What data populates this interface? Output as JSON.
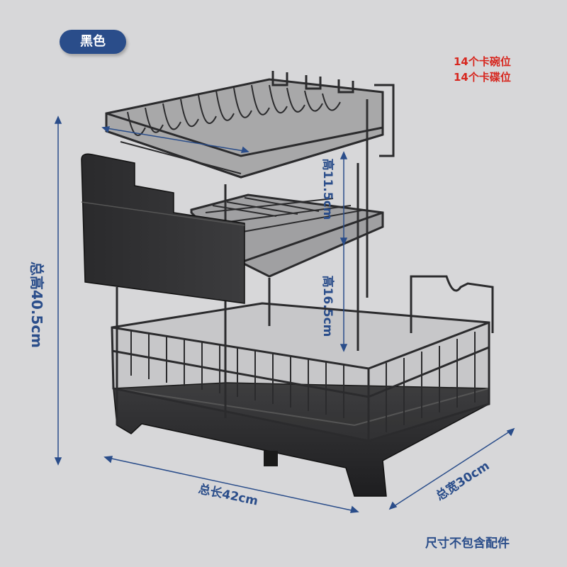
{
  "color_badge": "黑色",
  "notes": {
    "bowl_slots": "14个卡碗位",
    "plate_slots": "14个卡碟位"
  },
  "dimensions": {
    "total_height": "总高40.5cm",
    "total_length": "总长42cm",
    "total_width": "总宽30cm",
    "upper_tier_height": "高11.5cm",
    "lower_tier_height": "高16.5cm"
  },
  "footnote": "尺寸不包含配件",
  "colors": {
    "background": "#d7d7d9",
    "accent_blue": "#2a4d8a",
    "note_red": "#d7261e",
    "rack_black": "#2b2b2d"
  }
}
